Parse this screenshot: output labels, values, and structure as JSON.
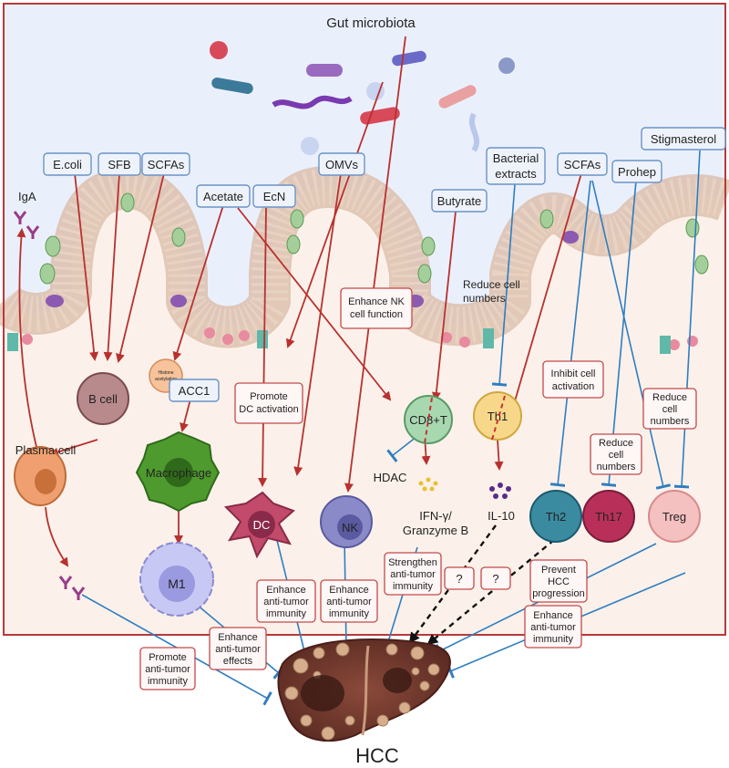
{
  "title": "Gut microbiota",
  "footer": "HCC",
  "colors": {
    "frame": "#b83a3a",
    "gut_bg": "#eaf0fb",
    "tissue_bg": "#fbf1ea",
    "red_arrow": "#b8312f",
    "blue_line": "#2f7dc0",
    "box_border_blue": "#6a93c8",
    "box_border_red": "#c24a4a"
  },
  "stimuli": {
    "ecoli": "E.coli",
    "sfb": "SFB",
    "scfas_left": "SCFAs",
    "acetate": "Acetate",
    "ecn": "EcN",
    "omvs": "OMVs",
    "butyrate": "Butyrate",
    "bacterial_extracts": [
      "Bacterial",
      "extracts"
    ],
    "scfas_right": "SCFAs",
    "prohep": "Prohep",
    "stigmasterol": "Stigmasterol"
  },
  "cells": {
    "iga": "IgA",
    "b_cell": "B cell",
    "plasma_cell": "Plasma cell",
    "histone": [
      "Histone",
      "acetylation"
    ],
    "acc1": "ACC1",
    "macrophage": "Macrophage",
    "m1": "M1",
    "dc": "DC",
    "nk": "NK",
    "cd8t": "CD8+T",
    "hdac": "HDAC",
    "ifn": [
      "IFN-γ/",
      "Granzyme B"
    ],
    "th1": "Th1",
    "il10": "IL-10",
    "th2": "Th2",
    "th17": "Th17",
    "treg": "Treg"
  },
  "annotations": {
    "enhance_nk": [
      "Enhance NK",
      "cell function"
    ],
    "reduce_cell_free": [
      "Reduce cell",
      "numbers"
    ],
    "promote_dc": [
      "Promote",
      "DC activation"
    ],
    "inhibit_cell": [
      "Inhibit cell",
      "activation"
    ],
    "reduce_th17": [
      "Reduce",
      "cell",
      "numbers"
    ],
    "reduce_treg": [
      "Reduce",
      "cell",
      "numbers"
    ],
    "enhance_dc": [
      "Enhance",
      "anti-tumor",
      "immunity"
    ],
    "enhance_nk_immunity": [
      "Enhance",
      "anti-tumor",
      "immunity"
    ],
    "strengthen": [
      "Strengthen",
      "anti-tumor",
      "immunity"
    ],
    "q1": "?",
    "q2": "?",
    "prevent_hcc": [
      "Prevent",
      "HCC",
      "progression"
    ],
    "enhance_right": [
      "Enhance",
      "anti-tumor",
      "immunity"
    ],
    "enhance_effects": [
      "Enhance",
      "anti-tumor",
      "effects"
    ],
    "promote_anti": [
      "Promote",
      "anti-tumor",
      "immunity"
    ]
  }
}
